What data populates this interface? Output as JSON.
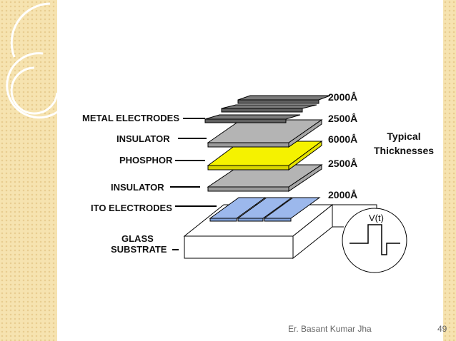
{
  "labels": {
    "metal_electrodes": "METAL ELECTRODES",
    "insulator_top": "INSULATOR",
    "phosphor": "PHOSPHOR",
    "insulator_bottom": "INSULATOR",
    "ito_electrodes": "ITO ELECTRODES",
    "glass_line1": "GLASS",
    "glass_line2": "SUBSTRATE"
  },
  "thicknesses": {
    "metal_top": "2000Å",
    "metal": "2500Å",
    "insulator_top": "6000Å",
    "phosphor": "2500Å",
    "ito": "2000Å"
  },
  "typical": {
    "line1": "Typical",
    "line2": "Thicknesses"
  },
  "waveform_label": "V(t)",
  "footer": {
    "author": "Er. Basant Kumar Jha",
    "page": "49"
  },
  "colors": {
    "metal": "#7a7a7a",
    "insulator": "#b4b4b4",
    "phosphor": "#f5f200",
    "ito": "#9cb8ec",
    "glass": "#ffffff"
  }
}
